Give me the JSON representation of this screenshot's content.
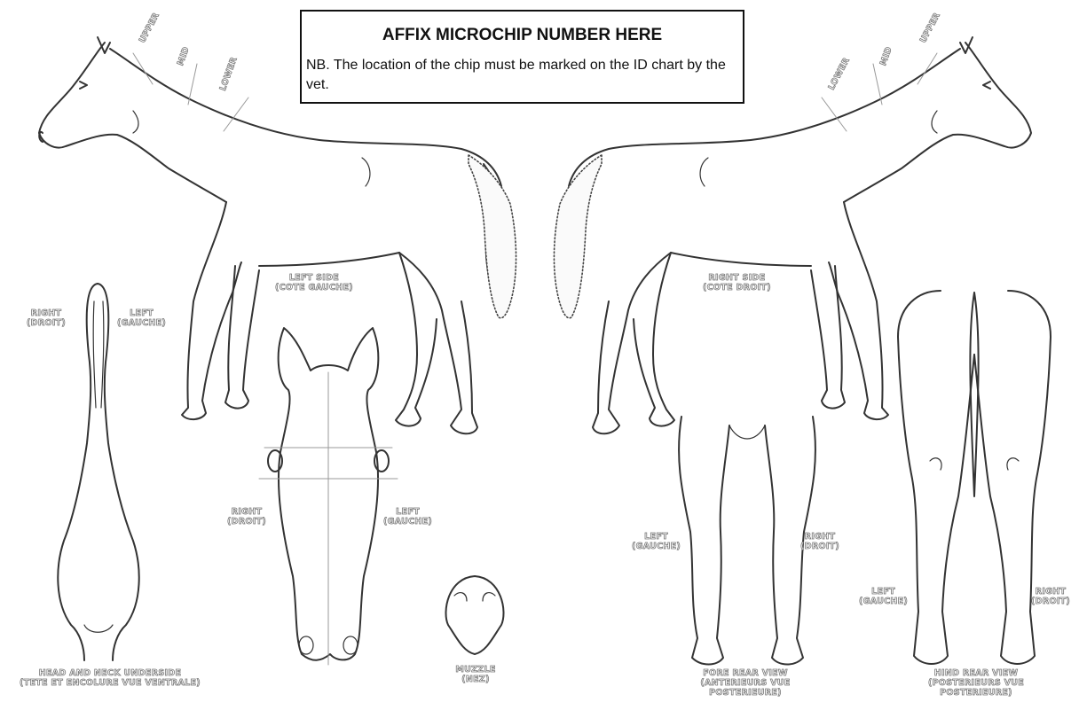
{
  "chip_box": {
    "title": "AFFIX MICROCHIP NUMBER HERE",
    "note": "NB. The location of the chip must be marked on the ID chart by the vet."
  },
  "neck_markers": {
    "upper": "UPPER",
    "mid": "MID",
    "lower": "LOWER"
  },
  "labels": {
    "left_side": "LEFT SIDE\n(COTE GAUCHE)",
    "right_side": "RIGHT SIDE\n(COTE DROIT)",
    "underside_right": "RIGHT\n(DROIT)",
    "underside_left": "LEFT\n(GAUCHE)",
    "head_right": "RIGHT\n(DROIT)",
    "head_left": "LEFT\n(GAUCHE)",
    "fore_left": "LEFT\n(GAUCHE)",
    "fore_right": "RIGHT\n(DROIT)",
    "hind_left": "LEFT\n(GAUCHE)",
    "hind_right": "RIGHT\n(DROIT)",
    "head_neck_underside": "HEAD AND NECK UNDERSIDE\n(TETE ET ENCOLURE VUE VENTRALE)",
    "muzzle": "MUZZLE\n(NEZ)",
    "fore_rear_view": "FORE REAR VIEW\n(ANTERIEURS VUE\nPOSTERIEURE)",
    "hind_rear_view": "HIND REAR VIEW\n(POSTERIEURS VUE\nPOSTERIEURE)"
  }
}
